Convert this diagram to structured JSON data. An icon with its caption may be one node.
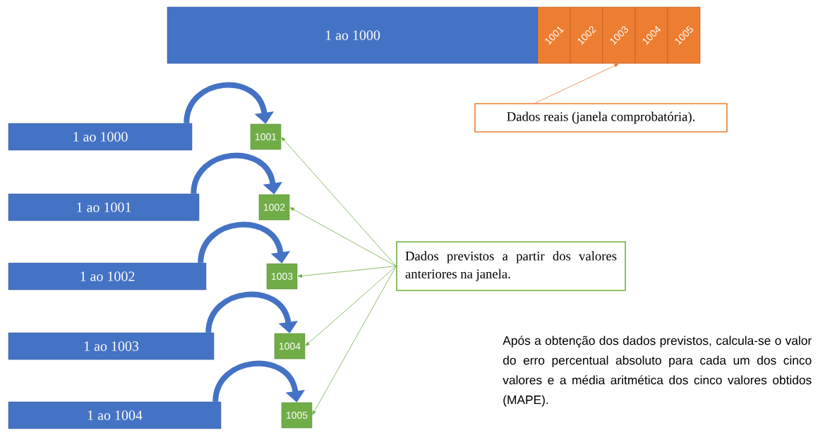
{
  "diagram": {
    "nodes": [
      {
        "text": [
          "1 ao 1000"
        ]
      },
      {
        "text": [
          "1001"
        ]
      },
      {
        "text": [
          "1002"
        ]
      },
      {
        "text": [
          "1003"
        ]
      },
      {
        "text": [
          "1004"
        ]
      },
      {
        "text": [
          "1005"
        ]
      },
      {
        "text": [
          "Dados reais (janela comprobatória)."
        ]
      },
      {
        "text": [
          "1 ao 1000"
        ]
      },
      {
        "text": [
          "1001"
        ]
      },
      {
        "text": [
          "1 ao 1001"
        ]
      },
      {
        "text": [
          "1002"
        ]
      },
      {
        "text": [
          "1 ao 1002"
        ]
      },
      {
        "text": [
          "1003"
        ]
      },
      {
        "text": [
          "1 ao 1003"
        ]
      },
      {
        "text": [
          "1004"
        ]
      },
      {
        "text": [
          "1 ao 1004"
        ]
      },
      {
        "text": [
          "1005"
        ]
      },
      {
        "text": [
          "Dados previstos a partir dos valores anteriores na janela."
        ]
      }
    ],
    "edges": [
      {
        "from": 6,
        "to": 3,
        "arrow": "to",
        "color": "#ed7d31"
      },
      {
        "from": 7,
        "to": 8,
        "arrow": "to",
        "style": "thick",
        "color": "#4472c4"
      },
      {
        "from": 9,
        "to": 10,
        "arrow": "to",
        "style": "thick",
        "color": "#4472c4"
      },
      {
        "from": 11,
        "to": 12,
        "arrow": "to",
        "style": "thick",
        "color": "#4472c4"
      },
      {
        "from": 13,
        "to": 14,
        "arrow": "to",
        "style": "thick",
        "color": "#4472c4"
      },
      {
        "from": 15,
        "to": 16,
        "arrow": "to",
        "style": "thick",
        "color": "#4472c4"
      },
      {
        "from": 17,
        "to": 8,
        "arrow": "to",
        "color": "#70ad47"
      },
      {
        "from": 17,
        "to": 10,
        "arrow": "to",
        "color": "#70ad47"
      },
      {
        "from": 17,
        "to": 12,
        "arrow": "to",
        "color": "#70ad47"
      },
      {
        "from": 17,
        "to": 14,
        "arrow": "to",
        "color": "#70ad47"
      },
      {
        "from": 17,
        "to": 16,
        "arrow": "to",
        "color": "#70ad47"
      }
    ],
    "labels": [
      "Após a obtenção dos dados previstos, calcula-se o valor do erro percentual absoluto para cada um dos cinco valores e a média aritmética dos cinco valores obtidos (MAPE)."
    ]
  }
}
